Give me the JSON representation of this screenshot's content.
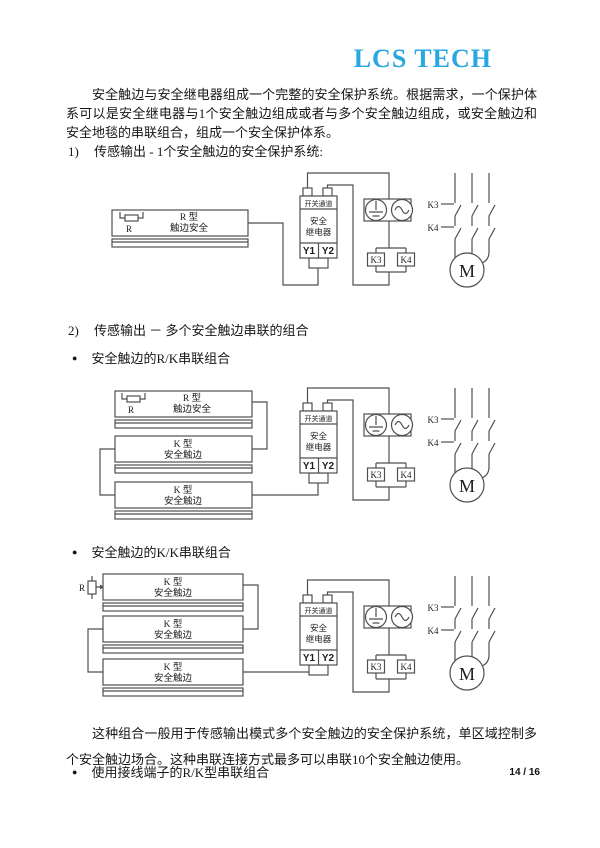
{
  "page": {
    "logo": "LCS TECH",
    "intro": "安全触边与安全继电器组成一个完整的安全保护系统。根据需求，一个保护体系可以是安全继电器与1个安全触边组成或者与多个安全触边组成，或安全触边和安全地毯的串联组合，组成一个安全保护体系。",
    "item1_num": "1)",
    "item1_text": "传感输出 - 1个安全触边的安全保护系统:",
    "item2_num": "2)",
    "item2_text": "传感输出 － 多个安全触边串联的组合",
    "bullet_glyph": "●",
    "bullet1": "安全触边的R/K串联组合",
    "bullet2": "安全触边的K/K串联组合",
    "closing": "这种组合一般用于传感输出模式多个安全触边的安全保护系统，单区域控制多个安全触边场合。这种串联连接方式最多可以串联10个安全触边使用。",
    "bullet3": "使用接线端子的R/K型串联组合",
    "page_number": "14 / 16"
  },
  "colors": {
    "logo_blue": "#29a7e0"
  },
  "schematic": {
    "relay_channel": "开关通道",
    "relay_line1": "安全",
    "relay_line2": "继电器",
    "y1": "Y1",
    "y2": "Y2",
    "k3": "K3",
    "k4": "K4",
    "motor": "M",
    "r_label": "R",
    "strip_r_line1": "R 型",
    "strip_r_line2": "触边安全",
    "strip_k_line1": "K 型",
    "strip_k_line2": "安全触边"
  }
}
